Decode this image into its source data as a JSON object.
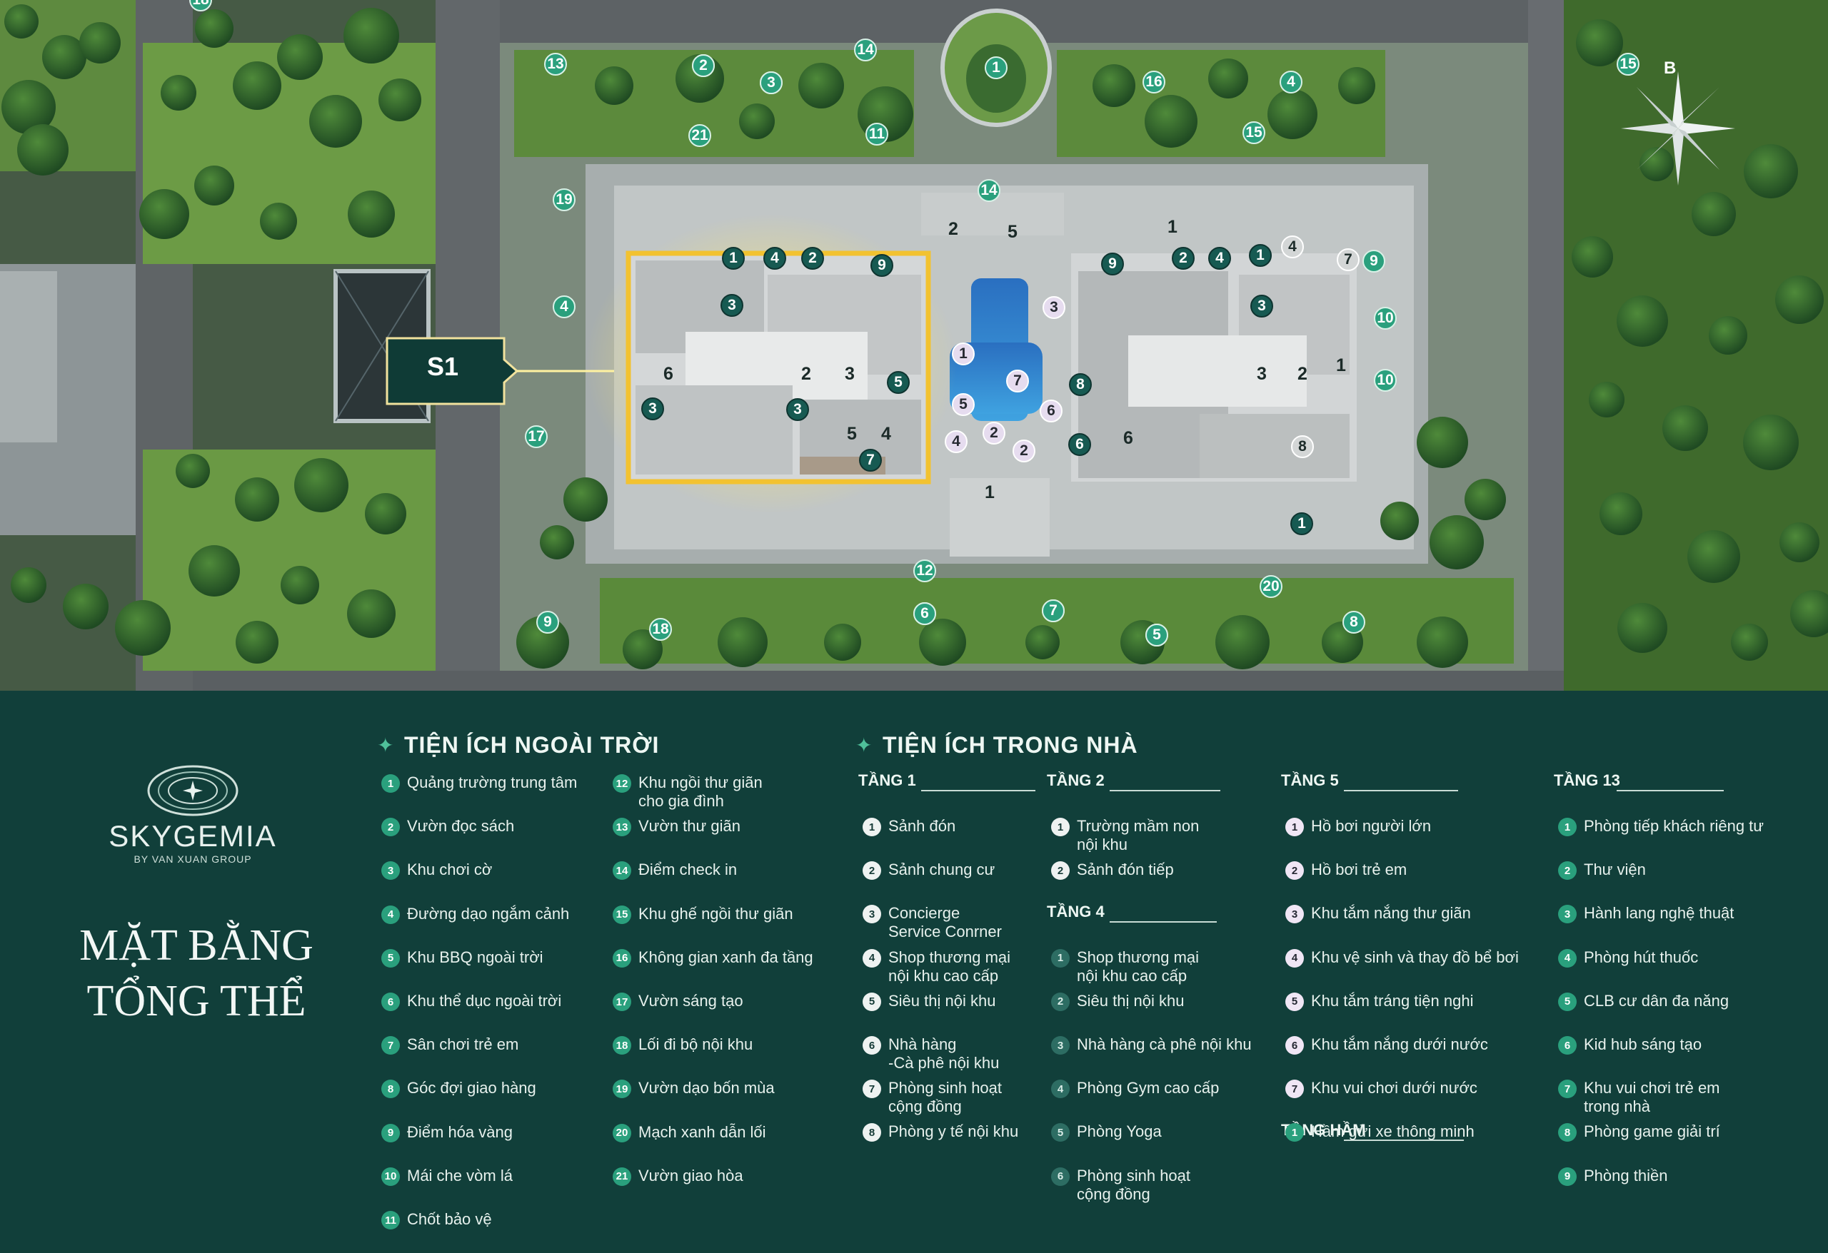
{
  "map": {
    "callout_label": "S1",
    "compass_label": "B",
    "pins": [
      {
        "label": "1",
        "style": "green"
      },
      {
        "label": "2",
        "style": "green"
      },
      {
        "label": "3",
        "style": "green"
      },
      {
        "label": "4",
        "style": "green"
      },
      {
        "label": "5",
        "style": "green"
      },
      {
        "label": "6",
        "style": "green"
      },
      {
        "label": "7",
        "style": "green"
      },
      {
        "label": "8",
        "style": "green"
      },
      {
        "label": "9",
        "style": "green"
      },
      {
        "label": "10",
        "style": "green"
      },
      {
        "label": "10",
        "style": "green"
      },
      {
        "label": "11",
        "style": "green"
      },
      {
        "label": "12",
        "style": "green"
      },
      {
        "label": "13",
        "style": "green"
      },
      {
        "label": "14",
        "style": "green"
      },
      {
        "label": "14",
        "style": "green"
      },
      {
        "label": "15",
        "style": "green"
      },
      {
        "label": "15",
        "style": "green"
      },
      {
        "label": "16",
        "style": "green"
      },
      {
        "label": "17",
        "style": "green"
      },
      {
        "label": "18",
        "style": "green"
      },
      {
        "label": "18",
        "style": "green"
      },
      {
        "label": "19",
        "style": "green"
      },
      {
        "label": "20",
        "style": "green"
      },
      {
        "label": "21",
        "style": "green"
      },
      {
        "label": "4",
        "style": "green"
      },
      {
        "label": "9",
        "style": "green"
      },
      {
        "label": "6",
        "style": "green"
      },
      {
        "label": "7",
        "style": "green"
      },
      {
        "label": "5",
        "style": "green"
      },
      {
        "label": "2",
        "style": "green"
      },
      {
        "label": "3",
        "style": "green"
      },
      {
        "label": "1",
        "style": "teal"
      },
      {
        "label": "4",
        "style": "teal"
      },
      {
        "label": "2",
        "style": "teal"
      },
      {
        "label": "9",
        "style": "teal"
      },
      {
        "label": "3",
        "style": "teal"
      },
      {
        "label": "3",
        "style": "teal"
      },
      {
        "label": "3",
        "style": "teal"
      },
      {
        "label": "5",
        "style": "teal"
      },
      {
        "label": "7",
        "style": "teal"
      },
      {
        "label": "6",
        "style": "dark"
      },
      {
        "label": "2",
        "style": "dark"
      },
      {
        "label": "3",
        "style": "dark"
      },
      {
        "label": "5",
        "style": "dark"
      },
      {
        "label": "4",
        "style": "dark"
      },
      {
        "label": "9",
        "style": "teal"
      },
      {
        "label": "2",
        "style": "teal"
      },
      {
        "label": "4",
        "style": "teal"
      },
      {
        "label": "1",
        "style": "teal"
      },
      {
        "label": "3",
        "style": "teal"
      },
      {
        "label": "8",
        "style": "teal"
      },
      {
        "label": "6",
        "style": "teal"
      },
      {
        "label": "1",
        "style": "teal"
      },
      {
        "label": "1",
        "style": "dark"
      },
      {
        "label": "4",
        "style": "grey"
      },
      {
        "label": "7",
        "style": "grey"
      },
      {
        "label": "3",
        "style": "dark"
      },
      {
        "label": "2",
        "style": "dark"
      },
      {
        "label": "1",
        "style": "dark"
      },
      {
        "label": "6",
        "style": "dark"
      },
      {
        "label": "8",
        "style": "grey"
      },
      {
        "label": "1",
        "style": "lilac"
      },
      {
        "label": "7",
        "style": "lilac"
      },
      {
        "label": "5",
        "style": "lilac"
      },
      {
        "label": "4",
        "style": "lilac"
      },
      {
        "label": "2",
        "style": "lilac"
      },
      {
        "label": "2",
        "style": "lilac"
      },
      {
        "label": "3",
        "style": "lilac"
      },
      {
        "label": "6",
        "style": "lilac"
      },
      {
        "label": "2",
        "style": "dark"
      },
      {
        "label": "5",
        "style": "dark"
      },
      {
        "label": "1",
        "style": "dark"
      }
    ]
  },
  "brand": {
    "name": "SKYGEMIA",
    "tagline": "BY VAN XUAN GROUP"
  },
  "title": {
    "line1": "MẶT BẰNG",
    "line2": "TỔNG THỂ"
  },
  "outdoor": {
    "heading": "TIỆN ÍCH NGOÀI TRỜI",
    "items": [
      {
        "n": "1",
        "t": "Quảng trường trung tâm"
      },
      {
        "n": "2",
        "t": "Vườn đọc sách"
      },
      {
        "n": "3",
        "t": "Khu chơi cờ"
      },
      {
        "n": "4",
        "t": "Đường dạo ngắm cảnh"
      },
      {
        "n": "5",
        "t": "Khu BBQ ngoài trời"
      },
      {
        "n": "6",
        "t": "Khu thể dục ngoài trời"
      },
      {
        "n": "7",
        "t": "Sân chơi trẻ em"
      },
      {
        "n": "8",
        "t": "Góc đợi giao hàng"
      },
      {
        "n": "9",
        "t": "Điểm hóa vàng"
      },
      {
        "n": "10",
        "t": "Mái che vòm lá"
      },
      {
        "n": "11",
        "t": "Chốt bảo vệ"
      },
      {
        "n": "12",
        "t": "Khu ngồi thư giãn"
      },
      {
        "n": "13",
        "t": "Vườn thư giãn"
      },
      {
        "n": "14",
        "t": "Điểm check in"
      },
      {
        "n": "15",
        "t": "Khu ghế ngồi thư giãn"
      },
      {
        "n": "16",
        "t": "Không gian xanh đa tầng"
      },
      {
        "n": "17",
        "t": "Vườn sáng tạo"
      },
      {
        "n": "18",
        "t": "Lối đi bộ nội khu"
      },
      {
        "n": "19",
        "t": "Vườn dạo bốn mùa"
      },
      {
        "n": "20",
        "t": "Mạch xanh dẫn lối"
      },
      {
        "n": "21",
        "t": "Vườn giao hòa"
      }
    ],
    "item12_line2": "cho gia đình"
  },
  "indoor": {
    "heading": "TIỆN ÍCH TRONG NHÀ",
    "floor1": {
      "label": "TẦNG 1",
      "items": [
        {
          "n": "1",
          "t": "Sảnh đón"
        },
        {
          "n": "2",
          "t": "Sảnh chung cư"
        },
        {
          "n": "3",
          "t": "Concierge",
          "t2": "Service Conrner"
        },
        {
          "n": "4",
          "t": "Shop thương mại",
          "t2": "nội khu cao cấp"
        },
        {
          "n": "5",
          "t": "Siêu thị nội khu"
        },
        {
          "n": "6",
          "t": "Nhà hàng",
          "t2": "-Cà phê nội khu"
        },
        {
          "n": "7",
          "t": "Phòng sinh hoạt",
          "t2": "cộng đồng"
        },
        {
          "n": "8",
          "t": "Phòng y tế nội khu"
        }
      ]
    },
    "floor2": {
      "label": "TẦNG 2",
      "items": [
        {
          "n": "1",
          "t": "Trường mầm non",
          "t2": "nội khu"
        },
        {
          "n": "2",
          "t": "Sảnh đón tiếp"
        }
      ]
    },
    "floor4": {
      "label": "TẦNG 4",
      "items": [
        {
          "n": "1",
          "t": "Shop thương mại",
          "t2": "nội khu cao cấp"
        },
        {
          "n": "2",
          "t": "Siêu thị nội khu"
        },
        {
          "n": "3",
          "t": "Nhà hàng cà phê nội khu"
        },
        {
          "n": "4",
          "t": "Phòng Gym cao cấp"
        },
        {
          "n": "5",
          "t": "Phòng Yoga"
        },
        {
          "n": "6",
          "t": "Phòng sinh hoạt",
          "t2": "cộng đồng"
        }
      ]
    },
    "floor5": {
      "label": "TẦNG 5",
      "items": [
        {
          "n": "1",
          "t": "Hồ bơi người lớn"
        },
        {
          "n": "2",
          "t": "Hồ bơi trẻ em"
        },
        {
          "n": "3",
          "t": "Khu tắm nắng thư giãn"
        },
        {
          "n": "4",
          "t": "Khu vệ sinh và thay đồ bể bơi"
        },
        {
          "n": "5",
          "t": "Khu tắm tráng tiện nghi"
        },
        {
          "n": "6",
          "t": "Khu tắm nắng dưới nước"
        },
        {
          "n": "7",
          "t": "Khu vui chơi dưới nước"
        }
      ]
    },
    "basement": {
      "label": "TẦNG HẦM",
      "items": [
        {
          "n": "1",
          "t": "Hầm gửi xe thông minh"
        }
      ]
    },
    "floor13": {
      "label": "TẦNG 13",
      "items": [
        {
          "n": "1",
          "t": "Phòng tiếp khách riêng tư"
        },
        {
          "n": "2",
          "t": "Thư viện"
        },
        {
          "n": "3",
          "t": "Hành lang nghệ thuật"
        },
        {
          "n": "4",
          "t": "Phòng hút thuốc"
        },
        {
          "n": "5",
          "t": "CLB cư dân đa năng"
        },
        {
          "n": "6",
          "t": "Kid hub sáng tạo"
        },
        {
          "n": "7",
          "t": "Khu vui chơi trẻ em",
          "t2": "trong nhà"
        },
        {
          "n": "8",
          "t": "Phòng game giải trí"
        },
        {
          "n": "9",
          "t": "Phòng thiền"
        }
      ]
    }
  }
}
